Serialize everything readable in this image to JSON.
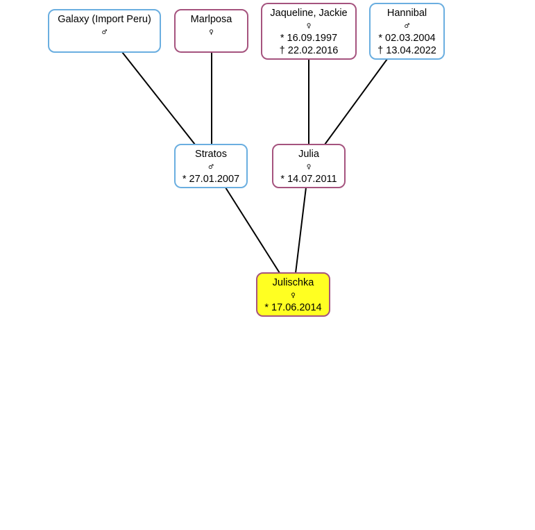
{
  "colors": {
    "male_border": "#6aaee0",
    "female_border": "#a5537e",
    "fill": "#ffffff",
    "highlight_fill": "#ffff22"
  },
  "nodes": {
    "galaxy": {
      "name": "Galaxy (Import Peru)",
      "sex": "♂",
      "dates": []
    },
    "marlposa": {
      "name": "Marlposa",
      "sex": "♀",
      "dates": []
    },
    "jaqueline": {
      "name": "Jaqueline, Jackie",
      "sex": "♀",
      "dates": [
        "* 16.09.1997",
        "† 22.02.2016"
      ]
    },
    "hannibal": {
      "name": "Hannibal",
      "sex": "♂",
      "dates": [
        "* 02.03.2004",
        "† 13.04.2022"
      ]
    },
    "stratos": {
      "name": "Stratos",
      "sex": "♂",
      "dates": [
        "* 27.01.2007"
      ]
    },
    "julia": {
      "name": "Julia",
      "sex": "♀",
      "dates": [
        "* 14.07.2011"
      ]
    },
    "julischka": {
      "name": "Julischka",
      "sex": "♀",
      "dates": [
        "* 17.06.2014"
      ]
    }
  }
}
